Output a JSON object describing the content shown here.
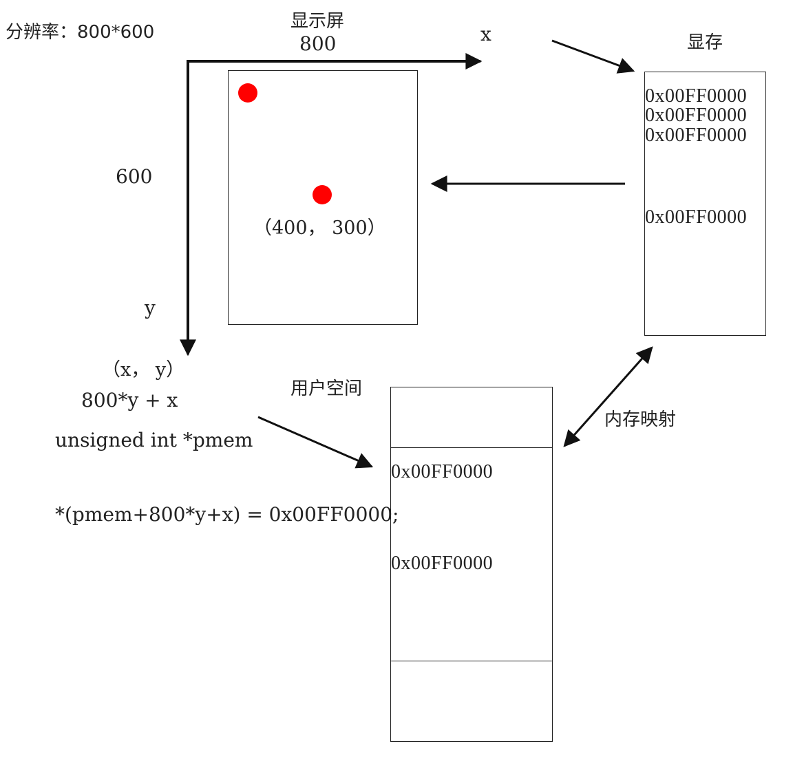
{
  "resolution_label": "分辨率：800*600",
  "screen": {
    "title": "显示屏",
    "width_label": "800",
    "height_label": "600",
    "x_axis_label": "x",
    "y_axis_label": "y",
    "point_label": "（400， 300）",
    "pixel_color": "#ff0000"
  },
  "vram": {
    "title": "显存",
    "cells": [
      "0x00FF0000",
      "0x00FF0000",
      "0x00FF0000",
      "0x00FF0000"
    ]
  },
  "mapping_label": "内存映射",
  "user_space": {
    "title": "用户空间",
    "cells": [
      "0x00FF0000",
      "0x00FF0000"
    ]
  },
  "formula": {
    "coord": "（x， y）",
    "offset": "800*y + x",
    "pointer_decl": "unsigned int *pmem",
    "assignment": "*(pmem+800*y+x) = 0x00FF0000;"
  }
}
